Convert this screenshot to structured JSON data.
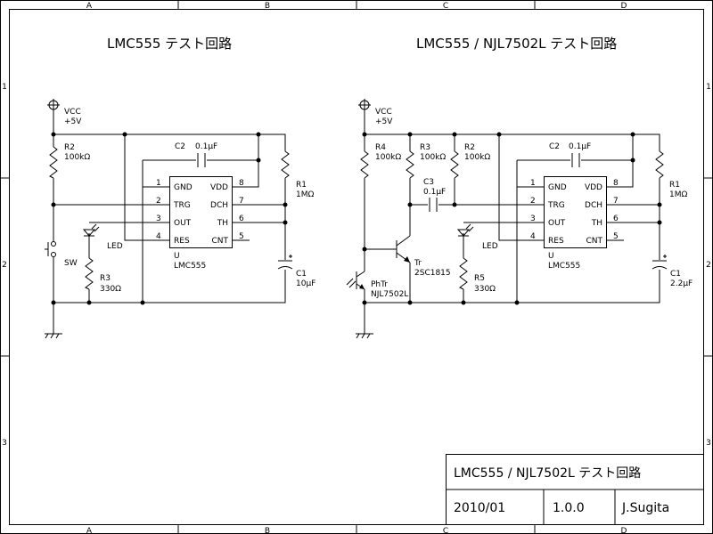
{
  "border": {
    "cols": [
      "A",
      "B",
      "C",
      "D"
    ],
    "rows": [
      "1",
      "2",
      "3"
    ]
  },
  "left": {
    "title": "LMC555 テスト回路",
    "vcc": "VCC",
    "vcc_value": "+5V",
    "ic": {
      "ref": "U",
      "part": "LMC555",
      "pins_left": [
        {
          "num": "1",
          "name": "GND"
        },
        {
          "num": "2",
          "name": "TRG"
        },
        {
          "num": "3",
          "name": "OUT"
        },
        {
          "num": "4",
          "name": "RES"
        }
      ],
      "pins_right": [
        {
          "num": "8",
          "name": "VDD"
        },
        {
          "num": "7",
          "name": "DCH"
        },
        {
          "num": "6",
          "name": "TH"
        },
        {
          "num": "5",
          "name": "CNT"
        }
      ]
    },
    "r2": {
      "ref": "R2",
      "value": "100kΩ"
    },
    "r1": {
      "ref": "R1",
      "value": "1MΩ"
    },
    "r3": {
      "ref": "R3",
      "value": "330Ω"
    },
    "c2": {
      "ref": "C2",
      "value": "0.1μF"
    },
    "c1": {
      "ref": "C1",
      "value": "10μF"
    },
    "led": "LED",
    "sw": "SW"
  },
  "right": {
    "title": "LMC555 / NJL7502L テスト回路",
    "vcc": "VCC",
    "vcc_value": "+5V",
    "ic": {
      "ref": "U",
      "part": "LMC555",
      "pins_left": [
        {
          "num": "1",
          "name": "GND"
        },
        {
          "num": "2",
          "name": "TRG"
        },
        {
          "num": "3",
          "name": "OUT"
        },
        {
          "num": "4",
          "name": "RES"
        }
      ],
      "pins_right": [
        {
          "num": "8",
          "name": "VDD"
        },
        {
          "num": "7",
          "name": "DCH"
        },
        {
          "num": "6",
          "name": "TH"
        },
        {
          "num": "5",
          "name": "CNT"
        }
      ]
    },
    "r4": {
      "ref": "R4",
      "value": "100kΩ"
    },
    "r3": {
      "ref": "R3",
      "value": "100kΩ"
    },
    "r2": {
      "ref": "R2",
      "value": "100kΩ"
    },
    "r1": {
      "ref": "R1",
      "value": "1MΩ"
    },
    "r5": {
      "ref": "R5",
      "value": "330Ω"
    },
    "c2": {
      "ref": "C2",
      "value": "0.1μF"
    },
    "c3": {
      "ref": "C3",
      "value": "0.1μF"
    },
    "c1": {
      "ref": "C1",
      "value": "2.2μF"
    },
    "tr": {
      "ref": "Tr",
      "value": "2SC1815"
    },
    "phtr": {
      "ref": "PhTr",
      "value": "NJL7502L"
    },
    "led": "LED"
  },
  "title_block": {
    "title": "LMC555 / NJL7502L テスト回路",
    "date": "2010/01",
    "version": "1.0.0",
    "author": "J.Sugita"
  }
}
